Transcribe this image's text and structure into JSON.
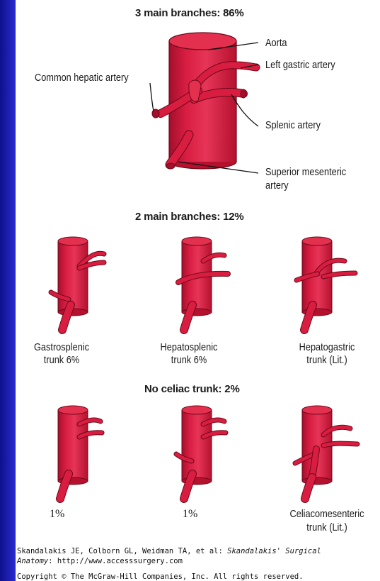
{
  "headings": {
    "main": "3 main branches: 86%",
    "two": "2 main branches: 12%",
    "none": "No celiac trunk: 2%"
  },
  "top_labels": {
    "aorta": "Aorta",
    "left_gastric": "Left gastric artery",
    "common_hepatic": "Common hepatic artery",
    "splenic": "Splenic artery",
    "sma_line1": "Superior mesenteric",
    "sma_line2": "artery"
  },
  "row2_labels": {
    "gastrosplenic_1": "Gastrosplenic",
    "gastrosplenic_2": "trunk 6%",
    "hepatosplenic_1": "Hepatosplenic",
    "hepatosplenic_2": "trunk 6%",
    "hepatogastric_1": "Hepatogastric",
    "hepatogastric_2": "trunk (Lit.)"
  },
  "row3_labels": {
    "a": "1%",
    "b": "1%",
    "c1": "Celiacomesenteric",
    "c2": "trunk (Lit.)"
  },
  "credit": {
    "line1_prefix": "Skandalakis JE, Colborn GL, Weidman TA, et al: ",
    "line1_italic": "Skandalakis' Surgical",
    "line2_italic": "Anatomy",
    "line2_rest": ": http://www.accesssurgery.com",
    "line3": "Copyright © The McGraw-Hill Companies, Inc. All rights reserved."
  },
  "colors": {
    "artery": "#d41a3c",
    "artery_dark": "#8e0c22",
    "artery_light": "#f08aa0",
    "background": "#2b2bd0",
    "panel": "#ffffff"
  }
}
